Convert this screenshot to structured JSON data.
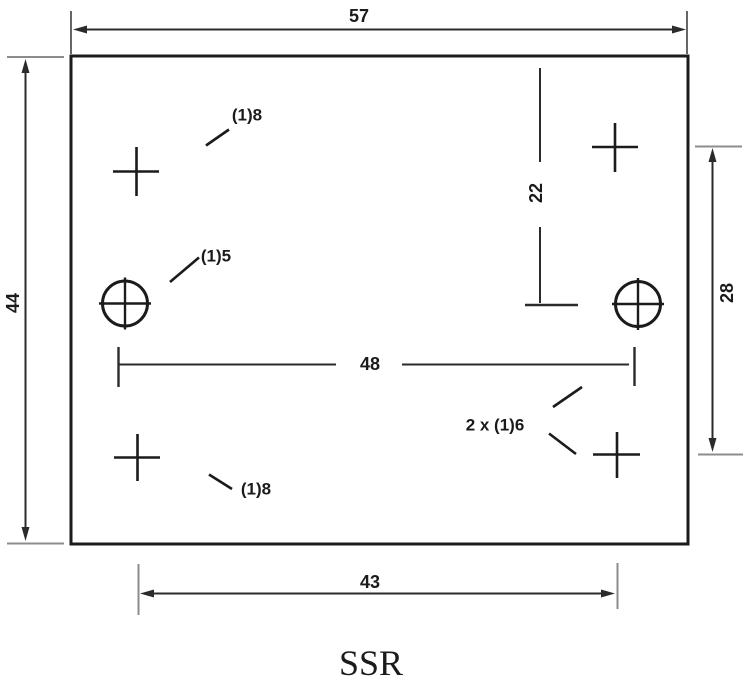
{
  "drawing": {
    "title": "SSR",
    "dims": {
      "overall_width": "57",
      "overall_height": "44",
      "top_edge_to_hole": "22",
      "right_hole_spacing": "28",
      "hole_center_spacing": "48",
      "bottom_hole_spacing": "43"
    },
    "labels": {
      "top_hole": "(1)8",
      "middle_hole": "(1)5",
      "bottom_hole": "(1)8",
      "right_holes": "2 x (1)6"
    },
    "colors": {
      "ink": "#1b1b1b",
      "dim_line": "#2b2b2b",
      "extension": "#8c8c8c",
      "background": "#ffffff"
    }
  }
}
